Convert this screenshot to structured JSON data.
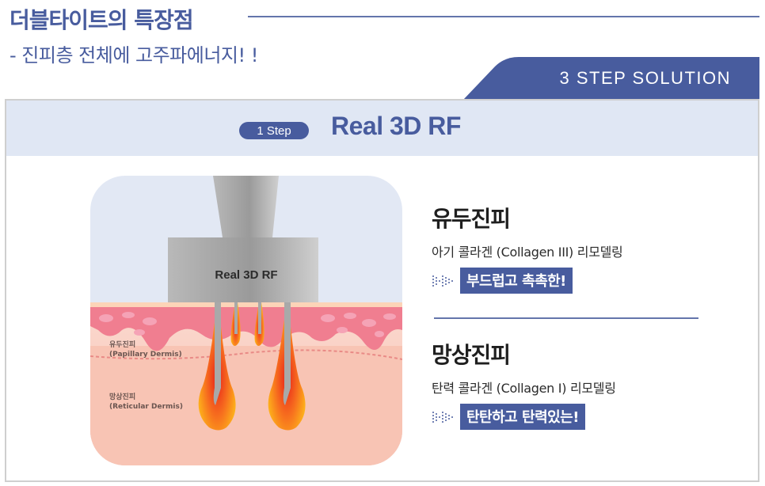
{
  "header": {
    "title": "더블타이트의 특장점",
    "subtitle": "- 진피층 전체에 고주파에너지! !"
  },
  "step_tab": {
    "label": "3 STEP SOLUTION"
  },
  "panel": {
    "step_pill": "1 Step",
    "step_title": "Real 3D RF"
  },
  "illustration": {
    "device_label": "Real 3D RF",
    "layers": [
      {
        "name_ko": "유두진피",
        "name_en": "(Papillary Dermis)"
      },
      {
        "name_ko": "망상진피",
        "name_en": "(Reticular Dermis)"
      }
    ]
  },
  "features": [
    {
      "heading": "유두진피",
      "description": "아기 콜라겐 (Collagen III) 리모델링",
      "badge": "부드럽고 촉촉한!",
      "icon": "dotted-arrow-icon"
    },
    {
      "heading": "망상진피",
      "description": "탄력 콜라겐 (Collagen I)  리모델링",
      "badge": "탄탄하고 탄력있는!",
      "icon": "dotted-arrow-icon"
    }
  ],
  "colors": {
    "brand_blue": "#485c9e",
    "header_bg": "#e0e7f4",
    "skin_pink": "#f08a9a",
    "dermis": "#f9c6b6"
  }
}
